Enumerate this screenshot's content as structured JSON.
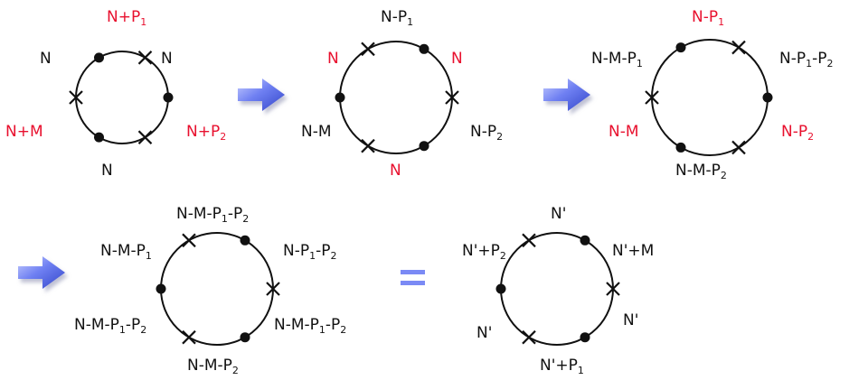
{
  "colors": {
    "black": "#111111",
    "red": "#e8102e",
    "arrow_blue": "#6b7cf0",
    "equals_blue": "#7b8af5"
  },
  "diagrams": [
    {
      "name": "diagram-1",
      "labels": [
        {
          "name": "label-top",
          "text": "N+P_1",
          "color": "red"
        },
        {
          "name": "label-upper-left",
          "text": "N",
          "color": "black"
        },
        {
          "name": "label-upper-right",
          "text": "N",
          "color": "black"
        },
        {
          "name": "label-lower-left",
          "text": "N+M",
          "color": "red"
        },
        {
          "name": "label-lower-right",
          "text": "N+P_2",
          "color": "red"
        },
        {
          "name": "label-bottom",
          "text": "N",
          "color": "black"
        }
      ]
    },
    {
      "name": "diagram-2",
      "labels": [
        {
          "name": "label-top",
          "text": "N-P_1",
          "color": "black"
        },
        {
          "name": "label-upper-left",
          "text": "N",
          "color": "red"
        },
        {
          "name": "label-upper-right",
          "text": "N",
          "color": "red"
        },
        {
          "name": "label-lower-left",
          "text": "N-M",
          "color": "black"
        },
        {
          "name": "label-lower-right",
          "text": "N-P_2",
          "color": "black"
        },
        {
          "name": "label-bottom",
          "text": "N",
          "color": "red"
        }
      ]
    },
    {
      "name": "diagram-3",
      "labels": [
        {
          "name": "label-top",
          "text": "N-P_1",
          "color": "red"
        },
        {
          "name": "label-upper-left",
          "text": "N-M-P_1",
          "color": "black"
        },
        {
          "name": "label-upper-right",
          "text": "N-P_1-P_2",
          "color": "black"
        },
        {
          "name": "label-lower-left",
          "text": "N-M",
          "color": "red"
        },
        {
          "name": "label-lower-right",
          "text": "N-P_2",
          "color": "red"
        },
        {
          "name": "label-bottom",
          "text": "N-M-P_2",
          "color": "black"
        }
      ]
    },
    {
      "name": "diagram-4",
      "labels": [
        {
          "name": "label-top",
          "text": "N-M-P_1-P_2",
          "color": "black"
        },
        {
          "name": "label-upper-left",
          "text": "N-M-P_1",
          "color": "black"
        },
        {
          "name": "label-upper-right",
          "text": "N-P_1-P_2",
          "color": "black"
        },
        {
          "name": "label-lower-left",
          "text": "N-M-P_1-P_2",
          "color": "black"
        },
        {
          "name": "label-lower-right",
          "text": "N-M-P_1-P_2",
          "color": "black"
        },
        {
          "name": "label-bottom",
          "text": "N-M-P_2",
          "color": "black"
        }
      ]
    },
    {
      "name": "diagram-5",
      "labels": [
        {
          "name": "label-top",
          "text": "N'",
          "color": "black"
        },
        {
          "name": "label-upper-left",
          "text": "N'+P_2",
          "color": "black"
        },
        {
          "name": "label-upper-right",
          "text": "N'+M",
          "color": "black"
        },
        {
          "name": "label-lower-left",
          "text": "N'",
          "color": "black"
        },
        {
          "name": "label-lower-right",
          "text": "N'",
          "color": "black"
        },
        {
          "name": "label-bottom",
          "text": "N'+P_1",
          "color": "black"
        }
      ]
    }
  ],
  "operators": [
    {
      "name": "arrow-1",
      "type": "arrow"
    },
    {
      "name": "arrow-2",
      "type": "arrow"
    },
    {
      "name": "arrow-3",
      "type": "arrow"
    },
    {
      "name": "equals-sign",
      "type": "equals"
    }
  ]
}
